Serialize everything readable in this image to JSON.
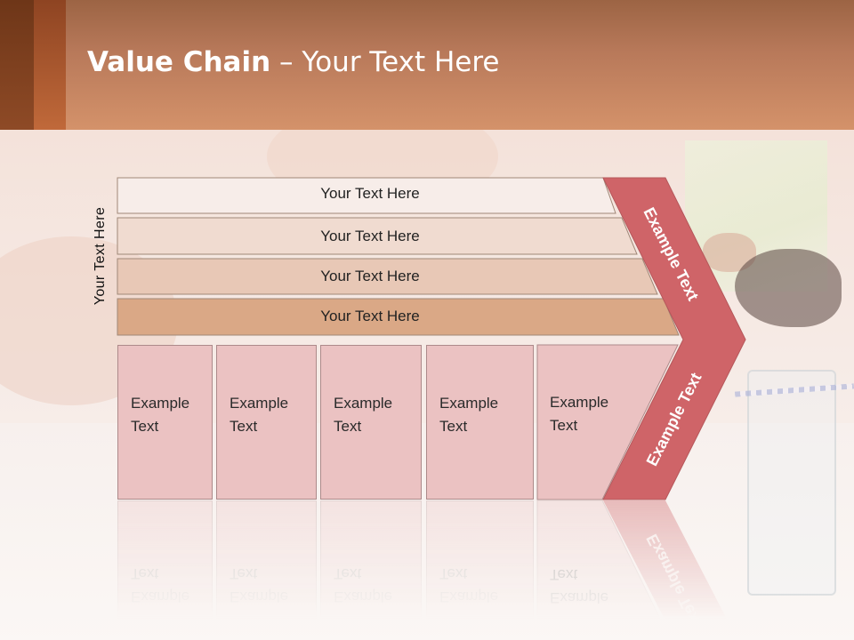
{
  "header": {
    "title_bold": "Value Chain",
    "title_rest": " – Your Text Here"
  },
  "diagram": {
    "side_label": "Your Text Here",
    "rows": [
      {
        "label": "Your Text Here",
        "color": "#f7ede9"
      },
      {
        "label": "Your Text Here",
        "color": "#f0dbd0"
      },
      {
        "label": "Your Text Here",
        "color": "#e8c8b6"
      },
      {
        "label": "Your Text Here",
        "color": "#daa886"
      }
    ],
    "boxes": [
      {
        "label": "Example\nText"
      },
      {
        "label": "Example\nText"
      },
      {
        "label": "Example\nText"
      },
      {
        "label": "Example\nText"
      },
      {
        "label": "Example\nText"
      }
    ],
    "chevron_top_label": "Example Text",
    "chevron_bottom_label": "Example Text",
    "chevron_color": "#cf6468",
    "box_color": "#ebc2c2"
  }
}
